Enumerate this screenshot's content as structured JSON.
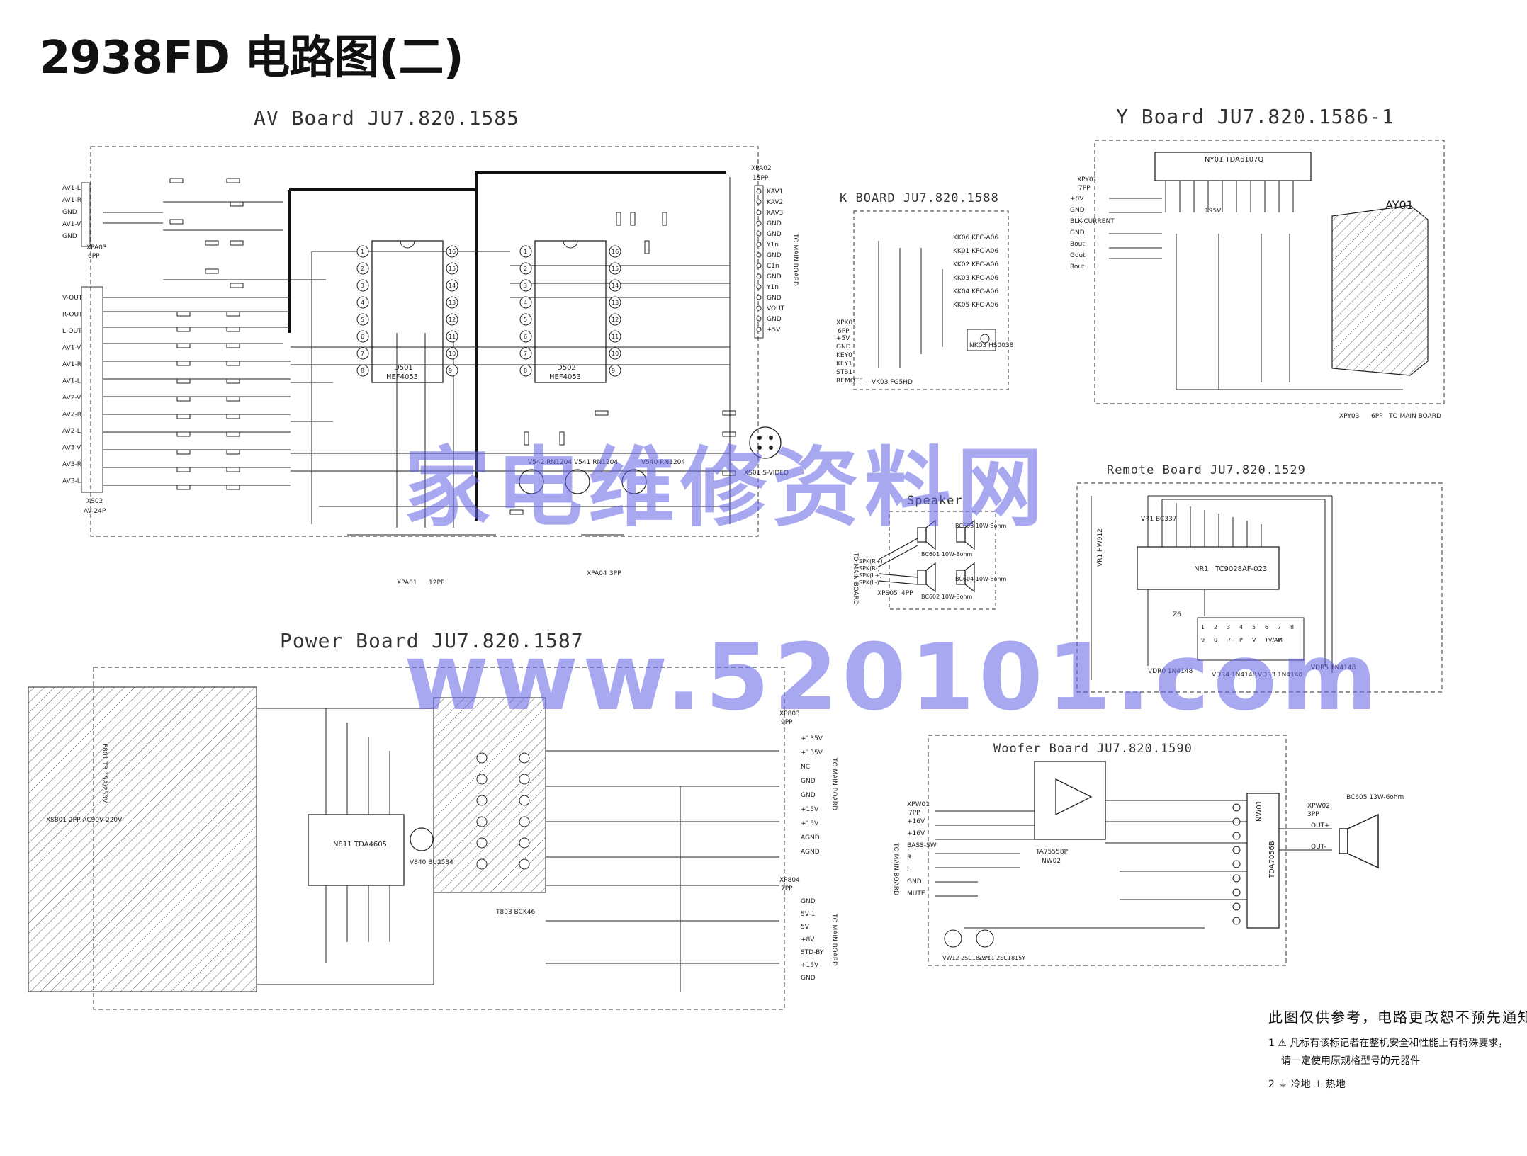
{
  "title": "2938FD 电路图(二)",
  "boards": {
    "av": "AV Board   JU7.820.1585",
    "k": "K BOARD   JU7.820.1588",
    "y": "Y Board   JU7.820.1586-1",
    "remote": "Remote Board   JU7.820.1529",
    "speaker": "Speaker",
    "power": "Power Board   JU7.820.1587",
    "woofer": "Woofer Board   JU7.820.1590"
  },
  "watermark": {
    "line1": "家电维修资料网",
    "line2": "www.520101.com"
  },
  "notes": {
    "main": "此图仅供参考，电路更改恕不预先通知",
    "item1": "1  ⚠ 凡标有该标记者在整机安全和性能上有特殊要求，",
    "item2": "请一定使用原规格型号的元器件",
    "item3": "2  ⏚ 冷地    ⊥ 热地"
  },
  "av_board": {
    "left_connectors": [
      "AV1-L",
      "AV1-R",
      "GND",
      "AV1-V",
      "GND"
    ],
    "left_connector_name": "XPA03",
    "left_connector_pins": "6PP",
    "output_labels": [
      "V-OUT",
      "R-OUT",
      "L-OUT",
      "AV1-V",
      "AV1-R",
      "AV1-L",
      "AV2-V",
      "AV2-R",
      "AV2-L",
      "AV3-V",
      "AV3-R",
      "AV3-L"
    ],
    "lower_connector_name": "XS02",
    "lower_connector_pins": "AV-24P",
    "ic1": "HEF4053",
    "ic1_ref": "D501",
    "ic2": "HEF4053",
    "ic2_ref": "D502",
    "top_connector_name": "XPA02",
    "top_connector_pins": "15PP",
    "right_pins": [
      "KAV1",
      "KAV2",
      "KAV3",
      "GND",
      "GND",
      "Y1n",
      "GND",
      "C1n",
      "GND",
      "Y1n",
      "GND",
      "VOUT",
      "GND",
      "+5V"
    ],
    "right_note": "TO MAIN BOARD",
    "bottom_connector_name": "XPA01",
    "bottom_connector_pins": "12PP",
    "bottom_connector2_name": "XPA04",
    "bottom_connector2_pins": "3PP",
    "svideo": "XS01 S-VIDEO",
    "transistors": [
      "V542 RN1204",
      "V541 RN1204",
      "V540 RN1204"
    ]
  },
  "k_board": {
    "connector": "XPK01",
    "connector_pins": "6PP",
    "pins": [
      "+5V",
      "GND",
      "KEY0",
      "KEY1",
      "STB1",
      "REMOTE"
    ],
    "keys": [
      "KK06 KFC-A06",
      "KK01 KFC-A06",
      "KK02 KFC-A06",
      "KK03 KFC-A06",
      "KK04 KFC-A06",
      "KK05 KFC-A06"
    ],
    "receiver": "NK03 HS0038",
    "led": "VK03 FG5HD"
  },
  "y_board": {
    "ic": "NY01 TDA6107Q",
    "connector": "XPY01",
    "connector_pins": "7PP",
    "pins": [
      "+8V",
      "GND",
      "BLK-CURRENT",
      "GND",
      "Bout",
      "Gout",
      "Rout"
    ],
    "crt_socket": "AY01",
    "bottom_connector": "XPY03",
    "bottom_connector_pins": "6PP",
    "bottom_note": "TO MAIN BOARD",
    "supply": "195V"
  },
  "remote_board": {
    "ic": "NR1",
    "ic_part": "TC9028AF-023",
    "transistor": "VR1 BC337",
    "led": "VR1 HW912",
    "crystal": "Z6",
    "key_numbers": [
      "1",
      "2",
      "3",
      "4",
      "5",
      "6",
      "7",
      "8",
      "9",
      "0",
      "-/--",
      "P",
      "V",
      "TV/AV",
      "M"
    ],
    "diodes": [
      "VDR0 1N4148",
      "VDR4 1N4148",
      "VDR3 1N4148",
      "VDR5 1N4148"
    ]
  },
  "speaker_board": {
    "connector": "XPS05",
    "connector_pins": "4PP",
    "pins": [
      "SPK(R+)",
      "SPK(R-)",
      "SPK(L+)",
      "SPK(L-)"
    ],
    "speakers": [
      "BC601 10W-8ohm",
      "BC603 10W-8ohm",
      "BC602 10W-8ohm",
      "BC604 10W-8ohm"
    ],
    "note": "TO MAIN BOARD"
  },
  "power_board": {
    "ic": "TDA4605",
    "ic_ref": "N811",
    "transistor": "V840 BU2534",
    "transformer": "T803 BCK46",
    "input": "XS801 2PP AC90V-220V",
    "fuse": "F801 T3.15A/250V",
    "connector1": "XP803",
    "connector1_pins": "9PP",
    "connector1_labels": [
      "+135V",
      "+135V",
      "NC",
      "GND",
      "GND",
      "+15V",
      "+15V",
      "AGND",
      "AGND"
    ],
    "connector2": "XP804",
    "connector2_pins": "7PP",
    "connector2_labels": [
      "GND",
      "5V-1",
      "5V",
      "+8V",
      "STD-BY",
      "+15V",
      "GND"
    ],
    "note": "TO MAIN BOARD"
  },
  "woofer_board": {
    "ic": "TDA7056B",
    "ic_ref": "NW01",
    "preamp": "TA75558P",
    "preamp_ref": "NW02",
    "connector": "XPW01",
    "connector_pins": "7PP",
    "pins": [
      "+16V",
      "+16V",
      "BASS-SW",
      "R",
      "L",
      "GND",
      "MUTE"
    ],
    "speaker": "BC605 13W-6ohm",
    "speaker_connector": "XPW02",
    "speaker_connector_pins": "3PP",
    "outputs": [
      "OUT+",
      "OUT-"
    ],
    "note": "TO MAIN BOARD",
    "transistors": [
      "VW12 2SC1815Y",
      "VW11 2SC1815Y"
    ]
  }
}
